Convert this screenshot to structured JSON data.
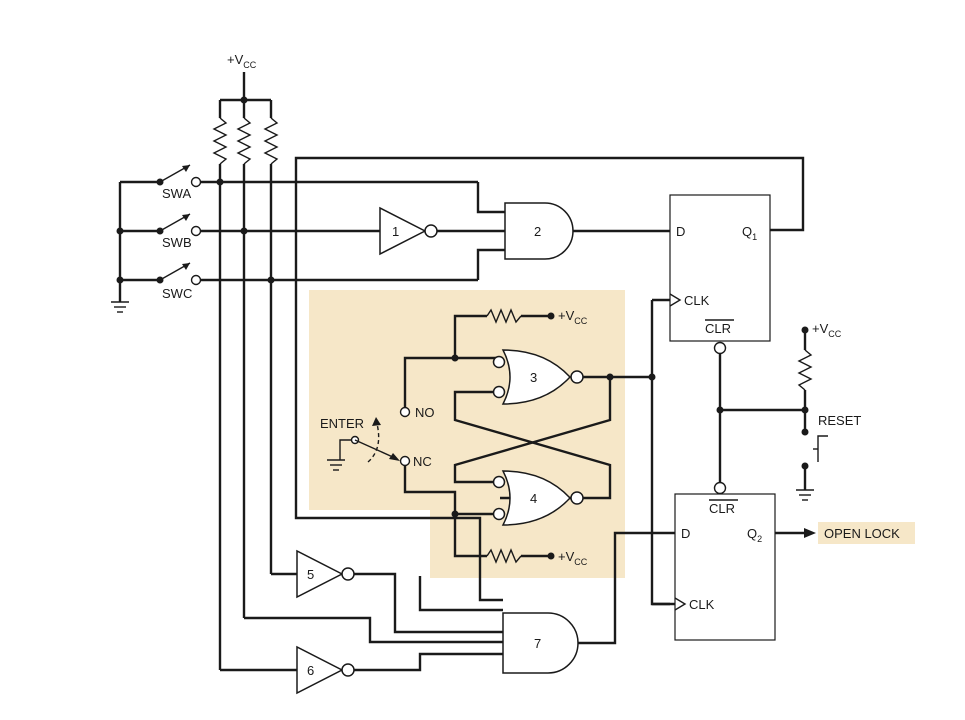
{
  "labels": {
    "vcc_main": "+V",
    "vcc_sub": "CC",
    "swa": "SWA",
    "swb": "SWB",
    "swc": "SWC",
    "enter": "ENTER",
    "no": "NO",
    "nc": "NC",
    "reset": "RESET",
    "open_lock": "OPEN LOCK",
    "d": "D",
    "clk": "CLK",
    "clr": "CLR",
    "q": "Q",
    "q1_sub": "1",
    "q2_sub": "2"
  },
  "gates": {
    "g1": "1",
    "g2": "2",
    "g3": "3",
    "g4": "4",
    "g5": "5",
    "g6": "6",
    "g7": "7"
  },
  "colors": {
    "highlight": "#f6e7c8",
    "wire": "#1a1a1a"
  }
}
